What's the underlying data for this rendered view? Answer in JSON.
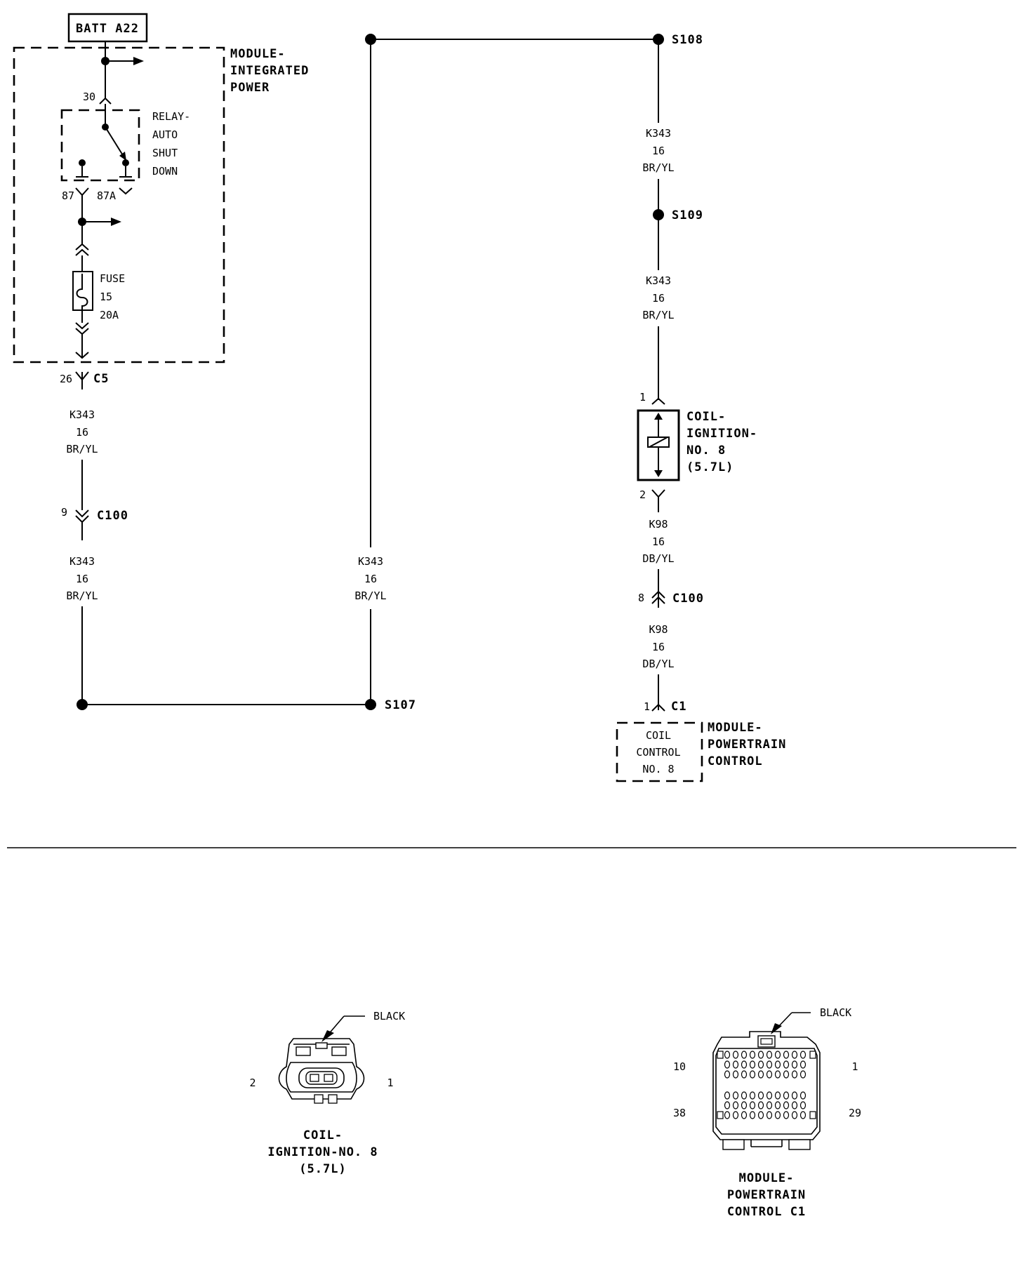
{
  "batt": {
    "label": "BATT A22"
  },
  "integrated_power_module": {
    "title_lines": [
      "MODULE-",
      "INTEGRATED",
      "POWER"
    ]
  },
  "relay": {
    "label_lines": [
      "RELAY-",
      "AUTO",
      "SHUT",
      "DOWN"
    ],
    "pin_30": "30",
    "pin_87": "87",
    "pin_87a": "87A"
  },
  "fuse": {
    "label_lines": [
      "FUSE",
      "15",
      "20A"
    ]
  },
  "connectors": {
    "c5": {
      "name": "C5",
      "pin": "26"
    },
    "c100_left": {
      "name": "C100",
      "pin": "9"
    },
    "c100_right": {
      "name": "C100",
      "pin": "8"
    },
    "c1": {
      "name": "C1",
      "pin": "1"
    }
  },
  "splices": {
    "s107": "S107",
    "s108": "S108",
    "s109": "S109"
  },
  "wires": {
    "k343": {
      "circuit": "K343",
      "gauge": "16",
      "color": "BR/YL"
    },
    "k98": {
      "circuit": "K98",
      "gauge": "16",
      "color": "DB/YL"
    }
  },
  "coil": {
    "title_lines": [
      "COIL-",
      "IGNITION-",
      "NO. 8",
      "(5.7L)"
    ],
    "pin_1": "1",
    "pin_2": "2"
  },
  "pcm": {
    "title_lines": [
      "MODULE-",
      "POWERTRAIN",
      "CONTROL"
    ],
    "inner_lines": [
      "COIL",
      "CONTROL",
      "NO. 8"
    ]
  },
  "connector_views": {
    "coil": {
      "color_label": "BLACK",
      "pin_left": "2",
      "pin_right": "1",
      "title_lines": [
        "COIL-",
        "IGNITION-NO. 8",
        "(5.7L)"
      ]
    },
    "pcm_c1": {
      "color_label": "BLACK",
      "pin_top_left": "10",
      "pin_top_right": "1",
      "pin_bottom_left": "38",
      "pin_bottom_right": "29",
      "title_lines": [
        "MODULE-",
        "POWERTRAIN",
        "CONTROL C1"
      ]
    }
  }
}
